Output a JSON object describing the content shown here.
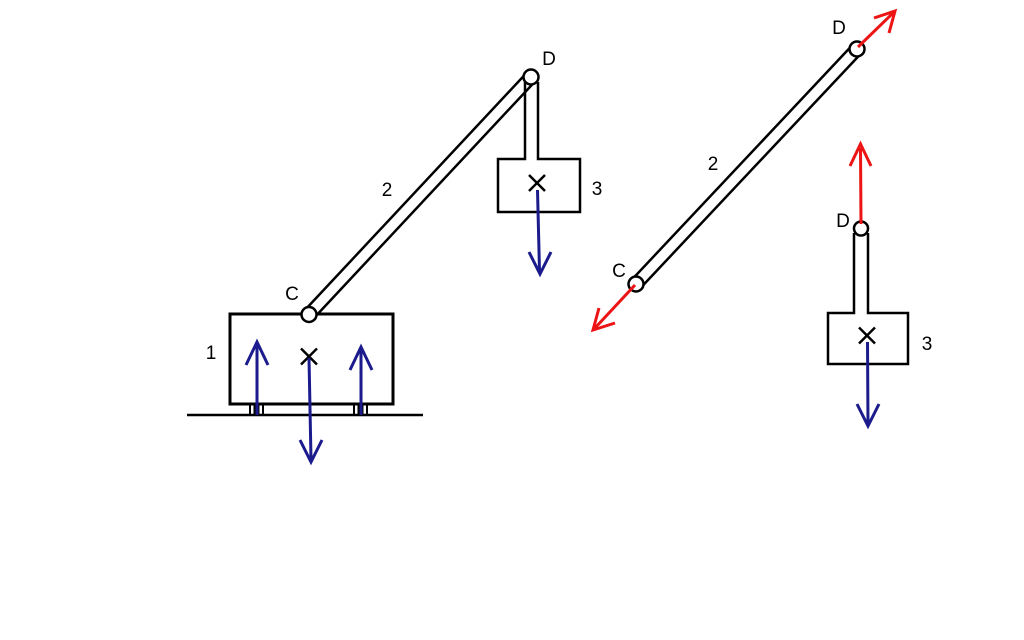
{
  "colors": {
    "ink": "#000000",
    "force_blue": "#1b1b8e",
    "force_red": "#ec1414",
    "paper": "#ffffff"
  },
  "assembly": {
    "body_label": "1",
    "member_label": "2",
    "block_label": "3",
    "joint_c_label": "C",
    "joint_d_label": "D"
  },
  "member_fbd": {
    "member_label": "2",
    "joint_c_label": "C",
    "joint_d_label": "D"
  },
  "block_fbd": {
    "block_label": "3",
    "joint_d_label": "D"
  }
}
